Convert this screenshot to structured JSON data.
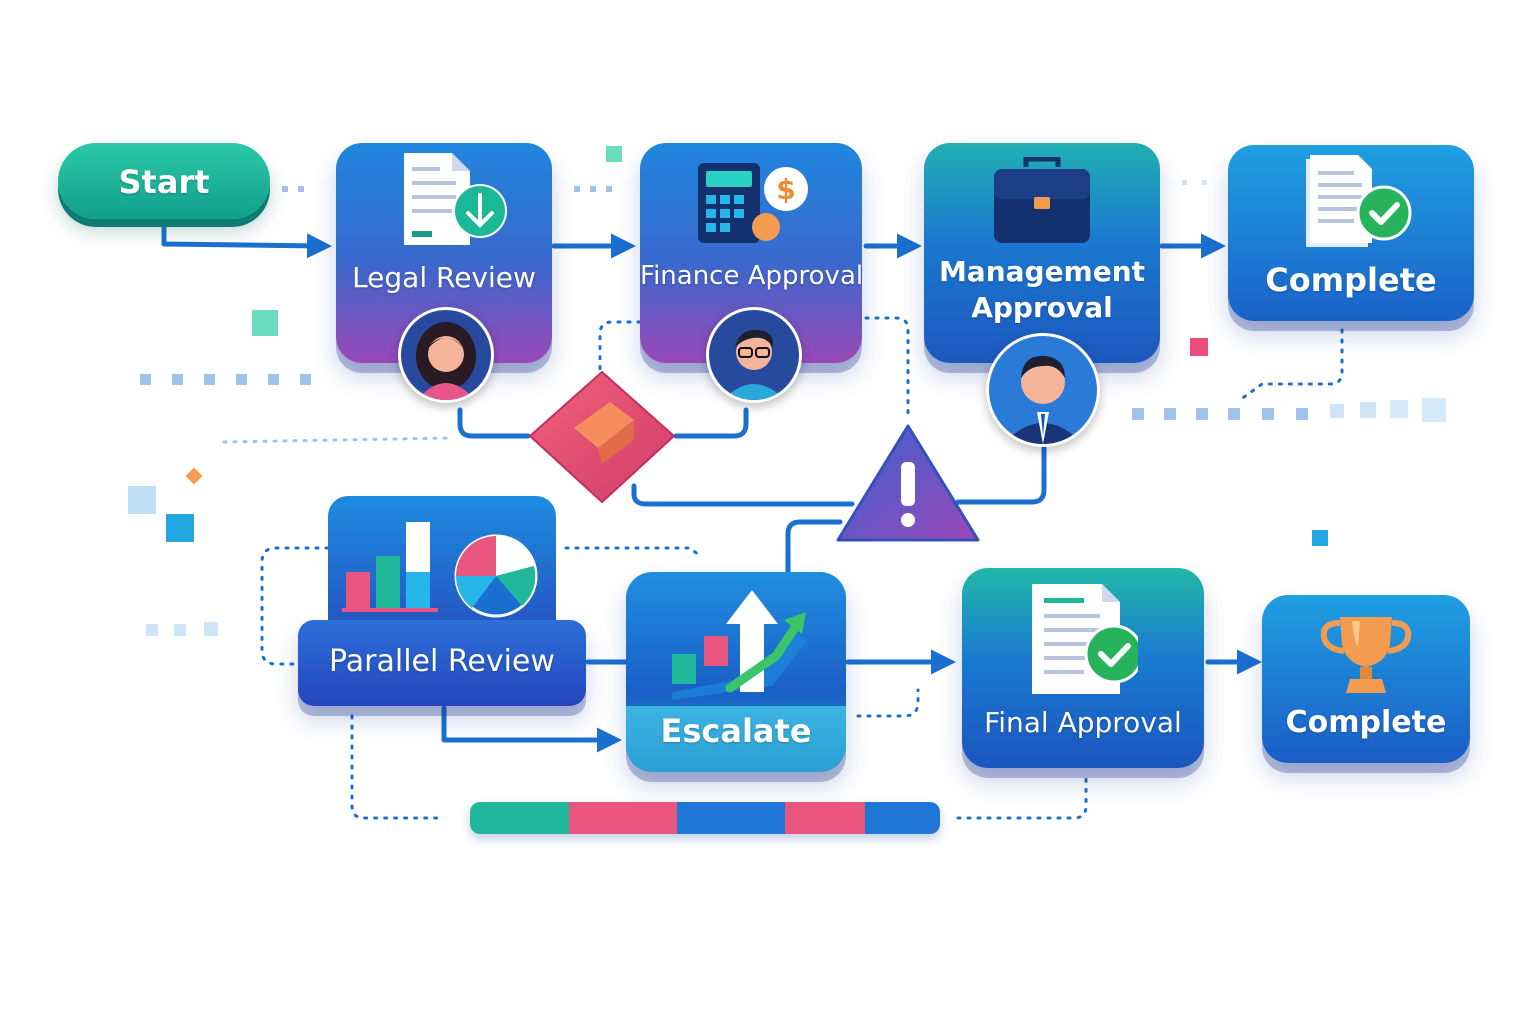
{
  "nodes": {
    "start": "Start",
    "legal_review": "Legal Review",
    "finance_approval": "Finance Approval",
    "management_approval_line1": "Management",
    "management_approval_line2": "Approval",
    "complete_top": "Complete",
    "parallel_review": "Parallel Review",
    "escalate": "Escalate",
    "final_approval": "Final Approval",
    "complete_bottom": "Complete"
  },
  "icons": {
    "start": "none",
    "legal_review": "document-download-icon",
    "finance_approval": "calculator-dollar-icon",
    "management_approval": "briefcase-icon",
    "complete_top": "document-check-icon",
    "parallel_review": "bar-pie-chart-icon",
    "escalate": "growth-arrow-icon",
    "final_approval": "document-check-icon",
    "complete_bottom": "trophy-icon",
    "decision": "decision-diamond-icon",
    "warning": "warning-triangle-icon"
  },
  "colors": {
    "primary_blue": "#1a62c8",
    "teal": "#19b39a",
    "purple": "#9a48b8",
    "pink": "#e8557e",
    "connector": "#1a6fd0",
    "warning": "#5a4ec8"
  },
  "progress_segments": [
    {
      "color": "#1fb89a",
      "fraction": 0.21
    },
    {
      "color": "#e8557e",
      "fraction": 0.23
    },
    {
      "color": "#1f76d6",
      "fraction": 0.23
    },
    {
      "color": "#e8557e",
      "fraction": 0.17
    },
    {
      "color": "#1f76d6",
      "fraction": 0.16
    }
  ]
}
